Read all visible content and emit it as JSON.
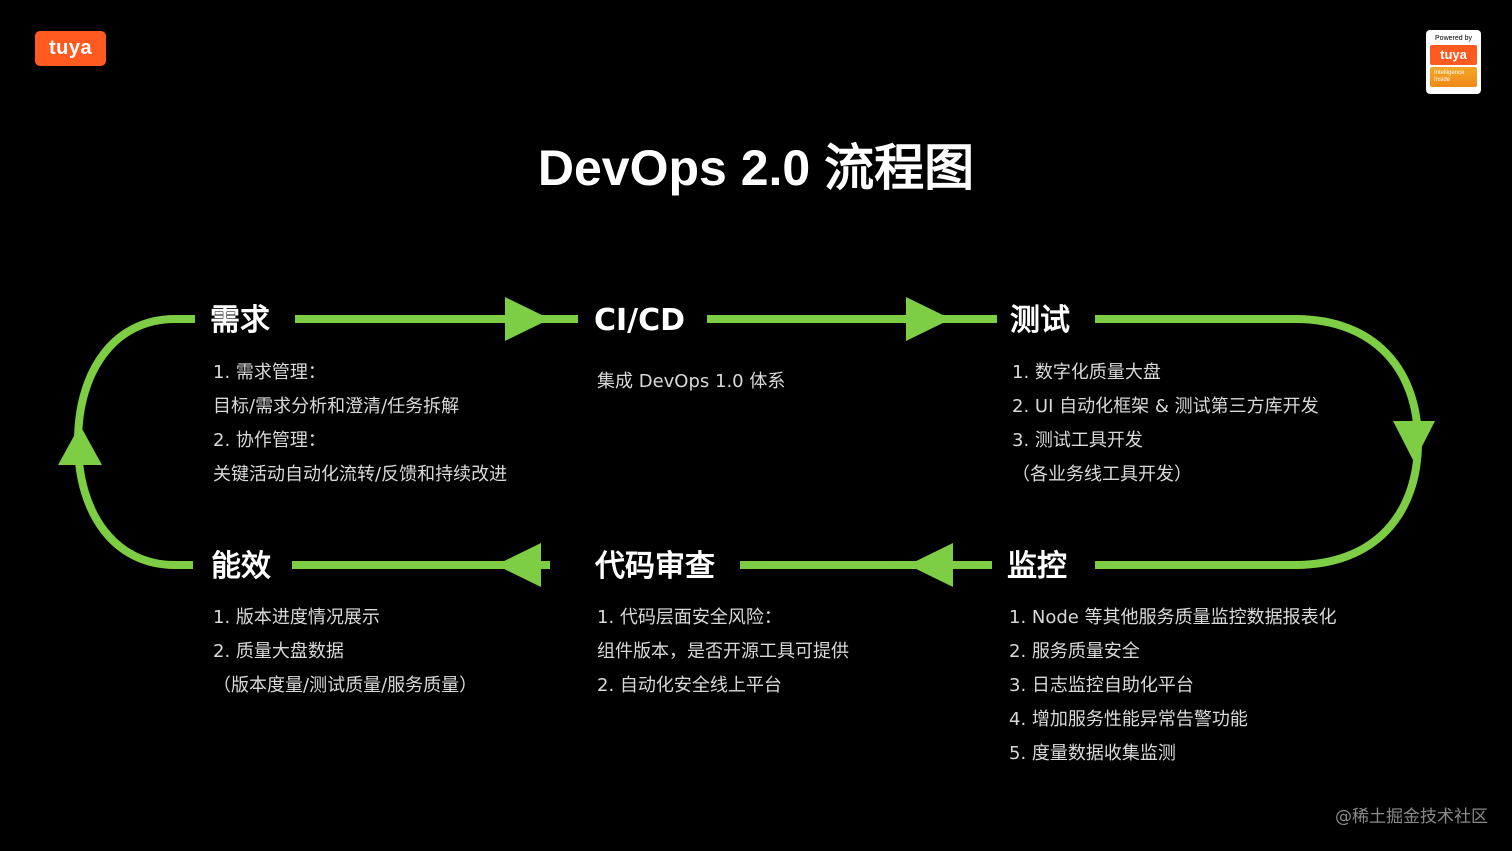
{
  "logos": {
    "left": "tuya",
    "right_powered_by": "Powered by",
    "right_brand": "tuya",
    "right_tag_line1": "Intelligence",
    "right_tag_line2": "Inside"
  },
  "title": "DevOps 2.0 流程图",
  "colors": {
    "arrow": "#7dce45",
    "background": "#000000",
    "text": "#ffffff",
    "desc_text": "#d9d9d9"
  },
  "nodes": {
    "demand": {
      "label": "需求",
      "items": [
        "1. 需求管理：",
        "目标/需求分析和澄清/任务拆解",
        "2. 协作管理：",
        "关键活动自动化流转/反馈和持续改进"
      ]
    },
    "cicd": {
      "label": "CI/CD",
      "items": [
        "集成 DevOps 1.0 体系"
      ]
    },
    "test": {
      "label": "测试",
      "items": [
        "1. 数字化质量大盘",
        "2. UI 自动化框架 & 测试第三方库开发",
        "3. 测试工具开发",
        "（各业务线工具开发）"
      ]
    },
    "efficiency": {
      "label": "能效",
      "items": [
        "1. 版本进度情况展示",
        "2. 质量大盘数据",
        "（版本度量/测试质量/服务质量）"
      ]
    },
    "review": {
      "label": "代码审查",
      "items": [
        "1. 代码层面安全风险：",
        "组件版本，是否开源工具可提供",
        "2. 自动化安全线上平台"
      ]
    },
    "monitor": {
      "label": "监控",
      "items": [
        "1. Node 等其他服务质量监控数据报表化",
        "2. 服务质量安全",
        "3. 日志监控自助化平台",
        "4. 增加服务性能异常告警功能",
        "5. 度量数据收集监测"
      ]
    }
  },
  "watermark": "@稀土掘金技术社区"
}
